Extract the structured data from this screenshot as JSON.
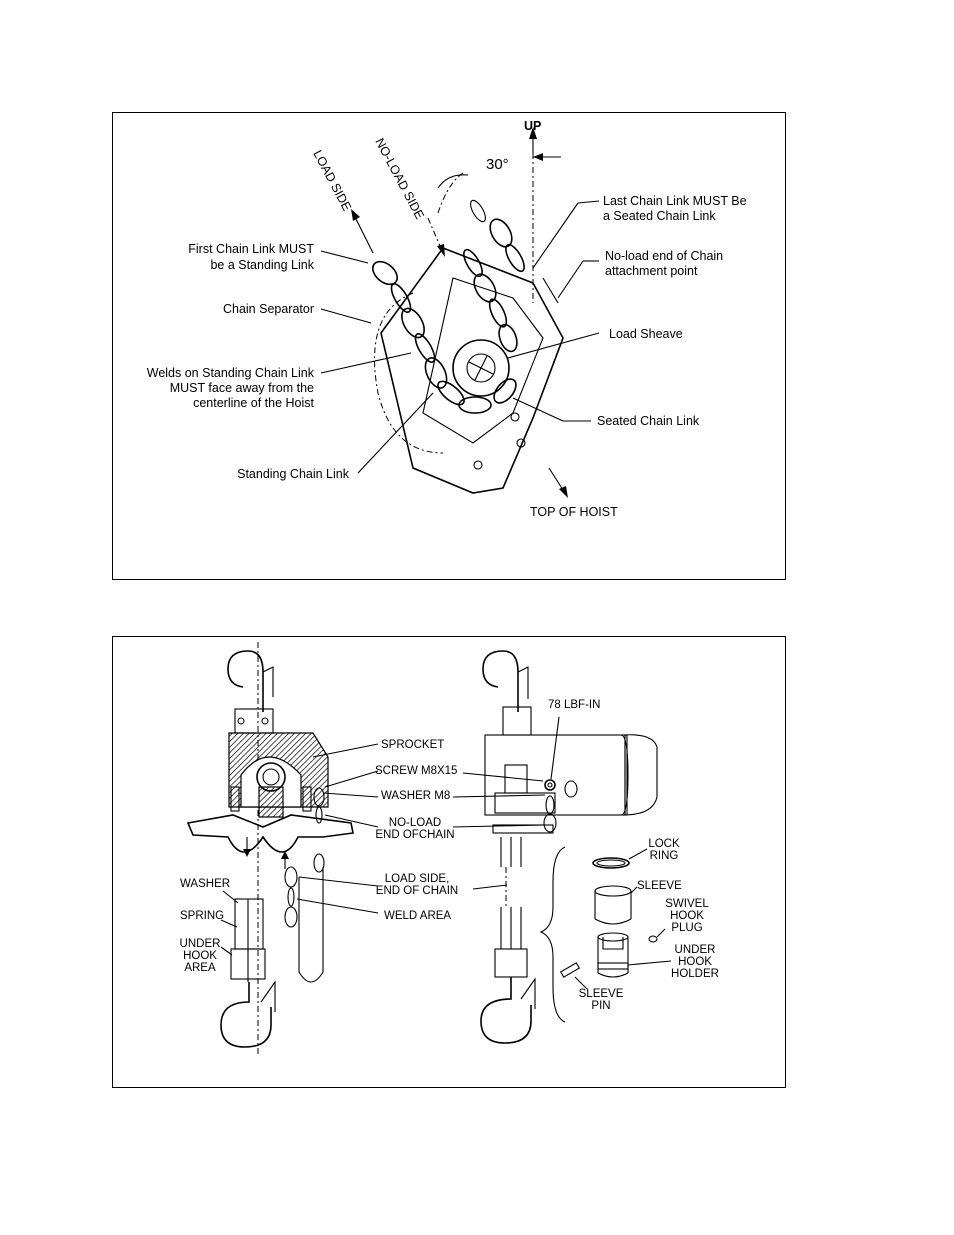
{
  "figure1": {
    "up": "UP",
    "angle": "30°",
    "load_side": "LOAD SIDE",
    "no_load_side": "NO-LOAD SIDE",
    "first_link": [
      "First Chain Link MUST",
      "be a Standing Link"
    ],
    "chain_separator": "Chain Separator",
    "welds": [
      "Welds on Standing Chain Link",
      "MUST face away from the",
      "centerline of the Hoist"
    ],
    "standing_link": "Standing Chain Link",
    "last_link": [
      "Last Chain Link MUST Be",
      "a Seated Chain Link"
    ],
    "no_load_end": [
      "No-load end of Chain",
      "attachment point"
    ],
    "load_sheave": "Load Sheave",
    "seated_link": "Seated Chain Link",
    "top_of_hoist": "TOP OF HOIST"
  },
  "figure2": {
    "sprocket": "SPROCKET",
    "screw": "SCREW M8X15",
    "washer_m8": "WASHER M8",
    "no_load_end": [
      "NO-LOAD",
      "END OFCHAIN"
    ],
    "load_side_end": [
      "LOAD SIDE,",
      "END OF CHAIN"
    ],
    "weld_area": "WELD AREA",
    "washer": "WASHER",
    "spring": "SPRING",
    "under_hook_area": [
      "UNDER",
      "HOOK",
      "AREA"
    ],
    "torque": "78 LBF-IN",
    "lock_ring": [
      "LOCK",
      "RING"
    ],
    "sleeve": "SLEEVE",
    "swivel_hook_plug": [
      "SWIVEL",
      "HOOK",
      "PLUG"
    ],
    "under_hook_holder": [
      "UNDER",
      "HOOK",
      "HOLDER"
    ],
    "sleeve_pin": [
      "SLEEVE",
      "PIN"
    ]
  }
}
